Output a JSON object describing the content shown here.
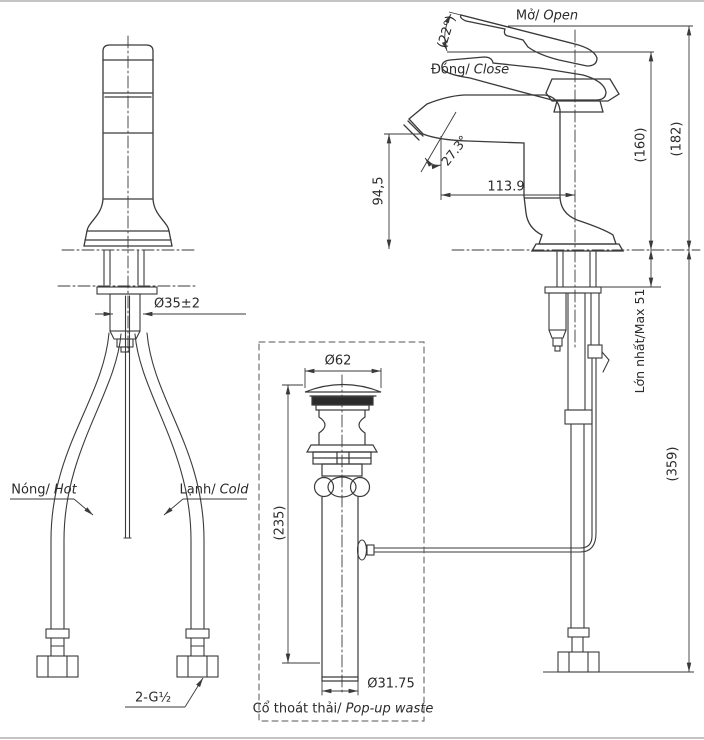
{
  "labels": {
    "open": {
      "vi": "Mở/",
      "en": "Open"
    },
    "close": {
      "vi": "Đóng/",
      "en": "Close"
    },
    "hot": {
      "vi": "Nóng/",
      "en": "Hot"
    },
    "cold": {
      "vi": "Lạnh/",
      "en": "Cold"
    },
    "popup_waste": {
      "vi": "Cổ thoát thải/",
      "en": "Pop-up waste"
    },
    "max_deck_thickness": "Lớn nhất/Max 51",
    "thread_size": "2-G½"
  },
  "dimensions": {
    "handle_open_angle": "(22°)",
    "spout_angle": "27.3°",
    "spout_height": "94,5",
    "spout_reach": "113.9",
    "total_height_closed": "(160)",
    "total_height_open": "(182)",
    "mounting_hole_diameter": "Ø35±2",
    "supply_hose_length": "(359)",
    "popup_flange_diameter": "Ø62",
    "popup_body_length": "(235)",
    "popup_tail_diameter": "Ø31.75"
  }
}
